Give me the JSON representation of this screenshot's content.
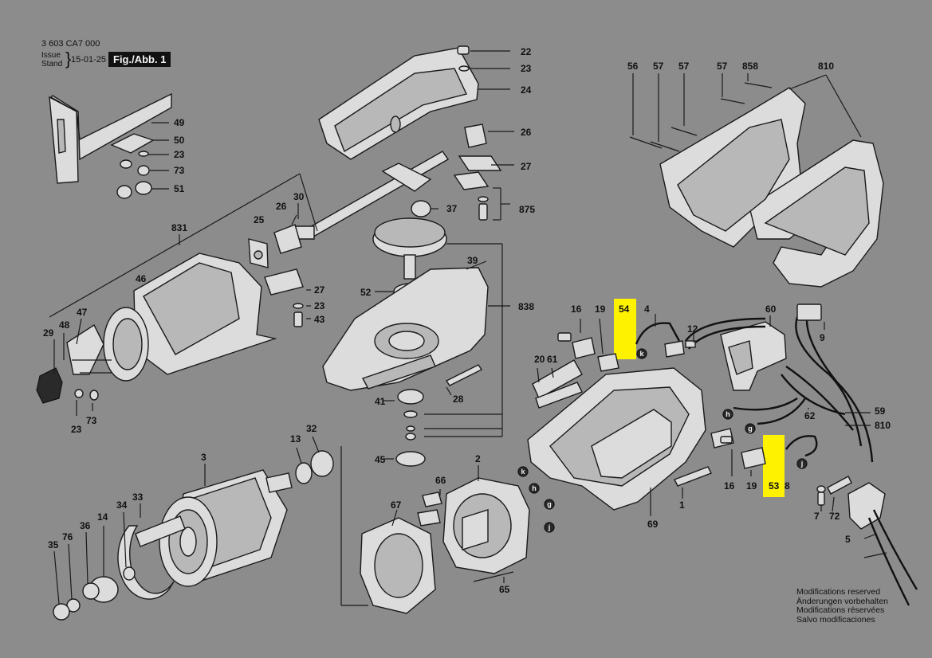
{
  "header": {
    "doc_number": "3 603 CA7 000",
    "issue_label_1": "Issue",
    "issue_label_2": "Stand",
    "issue_date": "15-01-25",
    "fig_label": "Fig./Abb. 1"
  },
  "modifications": [
    "Modifications reserved",
    "Änderungen vorbehalten",
    "Modifications réservées",
    "Salvo modificaciones"
  ],
  "part_labels": [
    "22",
    "23",
    "24",
    "26",
    "27",
    "875",
    "37",
    "39",
    "838",
    "52",
    "41",
    "28",
    "45",
    "49",
    "50",
    "23",
    "73",
    "51",
    "30",
    "26",
    "25",
    "831",
    "27",
    "23",
    "43",
    "46",
    "47",
    "29",
    "48",
    "23",
    "73",
    "3",
    "13",
    "32",
    "33",
    "34",
    "36",
    "14",
    "76",
    "35",
    "2",
    "66",
    "67",
    "65",
    "56",
    "57",
    "57",
    "57",
    "858",
    "810",
    "16",
    "19",
    "54",
    "4",
    "60",
    "12",
    "9",
    "20",
    "61",
    "62",
    "59",
    "810",
    "16",
    "19",
    "53",
    "8",
    "1",
    "69",
    "7",
    "72",
    "5"
  ],
  "connector_letters": [
    "k",
    "h",
    "g",
    "j",
    "h",
    "g",
    "k",
    "j"
  ],
  "highlight_color": "#fff200"
}
